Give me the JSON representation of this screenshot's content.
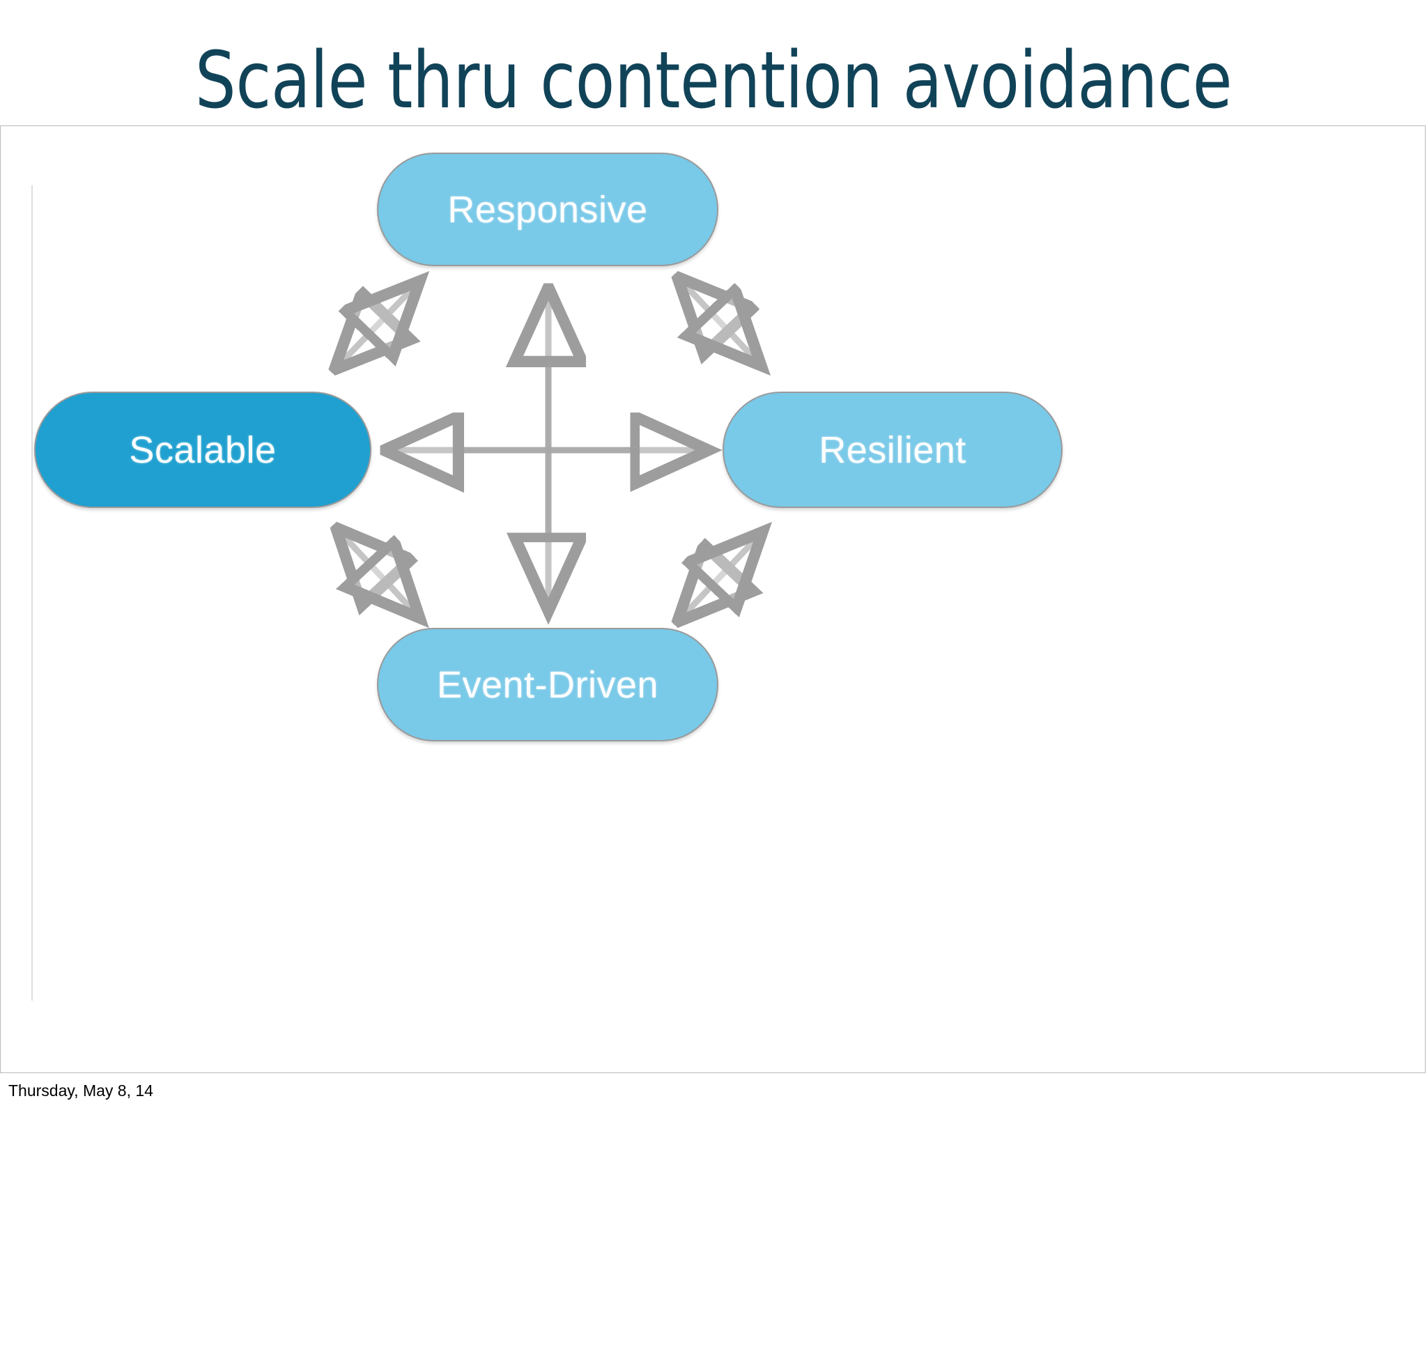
{
  "slide": {
    "title": "Scale thru contention avoidance",
    "title_color": "#114358",
    "background_color": "#ffffff",
    "frame_border_color": "#b9b9b9"
  },
  "diagram": {
    "type": "node-relationship",
    "arrow_color": "#a6a6a6",
    "nodes": [
      {
        "id": "responsive",
        "label": "Responsive",
        "position": "top",
        "fill": "#79c9e8",
        "text_color": "#ffffff",
        "highlighted": false
      },
      {
        "id": "scalable",
        "label": "Scalable",
        "position": "left",
        "fill": "#1fa0d0",
        "text_color": "#ffffff",
        "highlighted": true
      },
      {
        "id": "resilient",
        "label": "Resilient",
        "position": "right",
        "fill": "#79c9e8",
        "text_color": "#ffffff",
        "highlighted": false
      },
      {
        "id": "event-driven",
        "label": "Event-Driven",
        "position": "bottom",
        "fill": "#79c9e8",
        "text_color": "#ffffff",
        "highlighted": false
      }
    ],
    "connectors": [
      {
        "from": "scalable",
        "to": "resilient",
        "style": "double-arrow",
        "orientation": "horizontal"
      },
      {
        "from": "responsive",
        "to": "event-driven",
        "style": "double-arrow",
        "orientation": "vertical"
      },
      {
        "from": "scalable",
        "to": "responsive",
        "style": "double-arrow",
        "orientation": "diagonal-up-right"
      },
      {
        "from": "responsive",
        "to": "resilient",
        "style": "double-arrow",
        "orientation": "diagonal-down-right"
      },
      {
        "from": "scalable",
        "to": "event-driven",
        "style": "double-arrow",
        "orientation": "diagonal-down-right"
      },
      {
        "from": "event-driven",
        "to": "resilient",
        "style": "double-arrow",
        "orientation": "diagonal-up-right"
      }
    ]
  },
  "footer": {
    "date": "Thursday, May 8, 14"
  }
}
